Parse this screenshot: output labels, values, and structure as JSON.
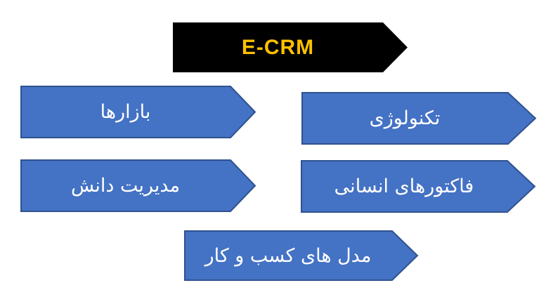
{
  "header_arrow": {
    "label": "E-CRM",
    "fill_color": "#000000",
    "text_color": "#FFC000"
  },
  "factor_arrows": [
    {
      "label": "بازارها"
    },
    {
      "label": "تکنولوژی"
    },
    {
      "label": "مدیریت دانش"
    },
    {
      "label": "فاکتورهای انسانی"
    },
    {
      "label": "مدل های کسب و کار"
    }
  ],
  "colors": {
    "factor_fill": "#4472C4",
    "factor_border": "#2F528F",
    "factor_text": "#FFFFFF",
    "background": "#FFFFFF"
  }
}
